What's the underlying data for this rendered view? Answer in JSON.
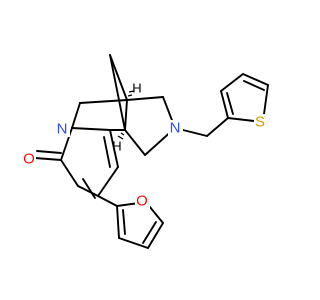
{
  "molecule": {
    "atoms": [
      {
        "id": "O_carbonyl",
        "label": "O",
        "color": "#ff0d0d"
      },
      {
        "id": "N_pyridone",
        "label": "N",
        "color": "#3050f8"
      },
      {
        "id": "N_amine",
        "label": "N",
        "color": "#3050f8"
      },
      {
        "id": "S_thiophene",
        "label": "S",
        "color": "#c8a000"
      },
      {
        "id": "O_furan",
        "label": "O",
        "color": "#ff0d0d"
      }
    ],
    "stereo_h": [
      {
        "id": "H_top",
        "label": "H",
        "color": "#000000"
      },
      {
        "id": "H_mid",
        "label": "H",
        "color": "#000000"
      }
    ]
  }
}
